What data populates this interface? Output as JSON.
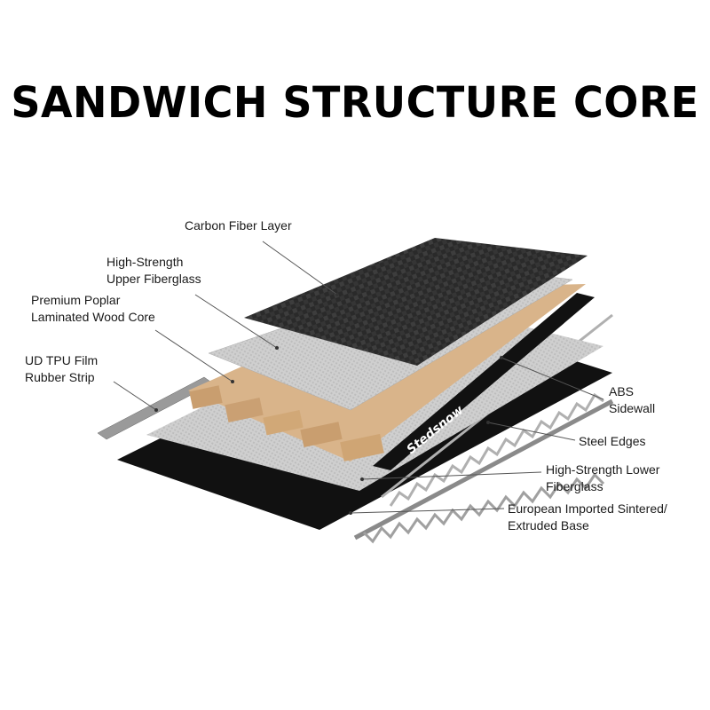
{
  "title": "SANDWICH STRUCTURE CORE",
  "brand_text": "Stedsnow",
  "labels": {
    "carbon_fiber": [
      "Carbon Fiber Layer"
    ],
    "upper_fiberglass": [
      "High-Strength",
      "Upper Fiberglass"
    ],
    "wood_core": [
      "Premium Poplar",
      "Laminated Wood Core"
    ],
    "tpu_film": [
      "UD TPU Film",
      "Rubber Strip"
    ],
    "abs_sidewall": [
      "ABS",
      "Sidewall"
    ],
    "steel_edges": [
      "Steel Edges"
    ],
    "lower_fiberglass": [
      "High-Strength Lower",
      "Fiberglass"
    ],
    "base": [
      "European Imported Sintered/",
      "Extruded Base"
    ]
  },
  "colors": {
    "carbon": "#2b2b2b",
    "fiberglass": "#c9c9c9",
    "wood": "#d9b48a",
    "base": "#111111",
    "leader": "#555555"
  }
}
